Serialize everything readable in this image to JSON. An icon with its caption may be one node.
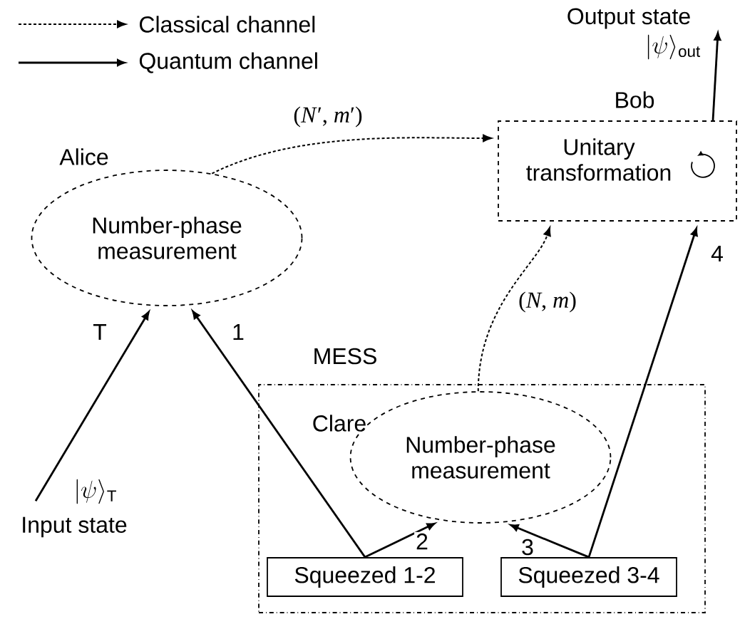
{
  "diagram": {
    "nodes": [
      {
        "text": [
          "Alice",
          "Number-phase measurement"
        ]
      },
      {
        "text": [
          "Bob",
          "Unitary transformation"
        ]
      },
      {
        "text": [
          "MESS"
        ]
      },
      {
        "text": [
          "Clare",
          "Number-phase measurement"
        ],
        "in": 2
      },
      {
        "text": [
          "Squeezed 1-2"
        ],
        "in": 2
      },
      {
        "text": [
          "Squeezed 3-4"
        ],
        "in": 2
      },
      {
        "text": [
          "Input state"
        ]
      },
      {
        "text": [
          "Output state"
        ]
      }
    ],
    "edges": [
      {
        "from": 6,
        "to": 0,
        "arrow": "to",
        "label": "T"
      },
      {
        "from": 4,
        "to": 0,
        "arrow": "to",
        "label": "1"
      },
      {
        "from": 4,
        "to": 3,
        "arrow": "to",
        "label": "2"
      },
      {
        "from": 5,
        "to": 3,
        "arrow": "to",
        "label": "3"
      },
      {
        "from": 5,
        "to": 1,
        "arrow": "to",
        "label": "4"
      },
      {
        "from": 1,
        "to": 7,
        "arrow": "to"
      },
      {
        "from": 0,
        "to": 1,
        "arrow": "to",
        "style": "dashed",
        "label": "(*N*′, *m*′)"
      },
      {
        "from": 3,
        "to": 1,
        "arrow": "to",
        "style": "dashed",
        "label": "(*N*, *m*)"
      }
    ],
    "labels": [
      "|\\psi\\rangle_{\\mathrm{T}}",
      "|\\psi\\rangle_{\\mathrm{out}}"
    ],
    "legend": [
      {
        "text": "Classical channel"
      },
      {
        "text": "Quantum channel"
      }
    ]
  }
}
